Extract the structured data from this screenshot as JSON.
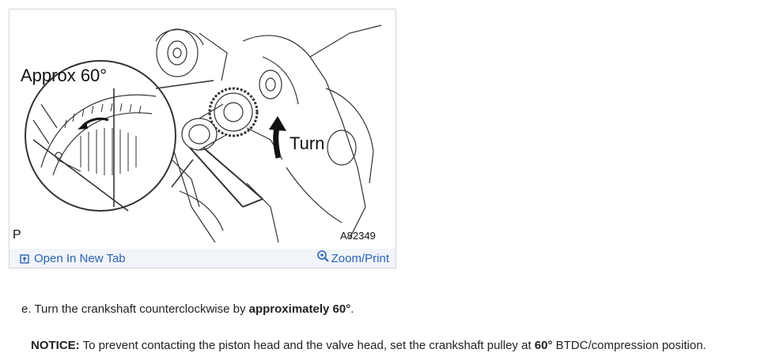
{
  "figure": {
    "callout_label": "Approx 60°",
    "turn_label": "Turn",
    "corner_letter": "P",
    "figure_code": "A82349",
    "open_tab_label": "Open In New Tab",
    "zoom_label": "Zoom/Print"
  },
  "step": {
    "prefix": "e. Turn the crankshaft counterclockwise by ",
    "emphasis": "approximately 60°",
    "suffix": "."
  },
  "notice": {
    "label": "NOTICE:",
    "text_before": " To prevent contacting the piston head and the valve head, set the crankshaft pulley at ",
    "emphasis": "60°",
    "text_after": " BTDC/compression position."
  },
  "colors": {
    "link": "#2a63b4",
    "caption_bg": "#f3f6fb",
    "text": "#222222"
  }
}
